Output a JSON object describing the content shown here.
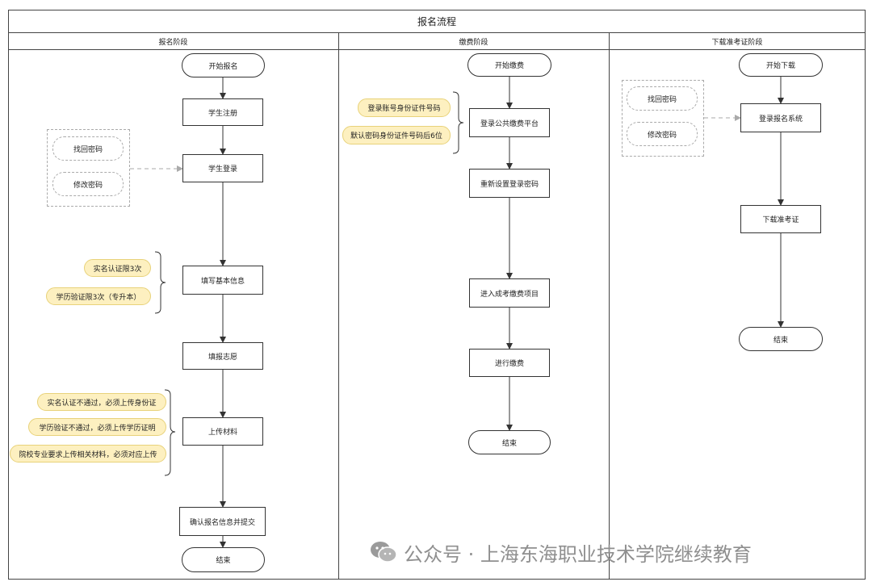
{
  "title": "报名流程",
  "lanes": {
    "registration": "报名阶段",
    "payment": "缴费阶段",
    "download": "下载准考证阶段"
  },
  "registration": {
    "start": "开始报名",
    "register": "学生注册",
    "login": "学生登录",
    "fill_info": "填写基本信息",
    "fill_wish": "填报志愿",
    "upload": "上传材料",
    "confirm": "确认报名信息并提交",
    "end": "结束",
    "pwd_find": "找回密码",
    "pwd_change": "修改密码",
    "notes_info": [
      "实名认证限3次",
      "学历验证限3次（专升本）"
    ],
    "notes_upload": [
      "实名认证不通过，必须上传身份证",
      "学历验证不通过，必须上传学历证明",
      "院校专业要求上传相关材料，必须对应上传"
    ]
  },
  "payment": {
    "start": "开始缴费",
    "login": "登录公共缴费平台",
    "reset": "重新设置登录密码",
    "enter": "进入成考缴费项目",
    "pay": "进行缴费",
    "end": "结束",
    "notes": [
      "登录账号身份证件号码",
      "默认密码身份证件号码后6位"
    ]
  },
  "download": {
    "start": "开始下载",
    "login": "登录报名系统",
    "download": "下载准考证",
    "end": "结束",
    "pwd_find": "找回密码",
    "pwd_change": "修改密码"
  },
  "watermark": "公众号 · 上海东海职业技术学院继续教育",
  "icons": {
    "watermark": "wechat-icon"
  },
  "colors": {
    "note_fill": "#fdf0c0",
    "note_border": "#e8d27a",
    "line": "#333333",
    "dashed": "#aaaaaa"
  }
}
